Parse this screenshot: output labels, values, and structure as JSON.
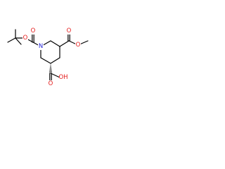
{
  "molecule": {
    "atoms": {
      "n1": {
        "symbol": "N",
        "color": "#1f1fd6"
      },
      "o_boc_ester": {
        "symbol": "O",
        "color": "#e41a1a"
      },
      "o_boc_carbonyl": {
        "symbol": "O",
        "color": "#e41a1a"
      },
      "o_methyl_carbonyl": {
        "symbol": "O",
        "color": "#e41a1a"
      },
      "o_methyl_ester": {
        "symbol": "O",
        "color": "#e41a1a"
      },
      "o_acid_carbonyl": {
        "symbol": "O",
        "color": "#e41a1a"
      },
      "oh_acid": {
        "symbol": "OH",
        "color": "#e41a1a"
      }
    },
    "stereo_bond": "hashed-wedge"
  }
}
